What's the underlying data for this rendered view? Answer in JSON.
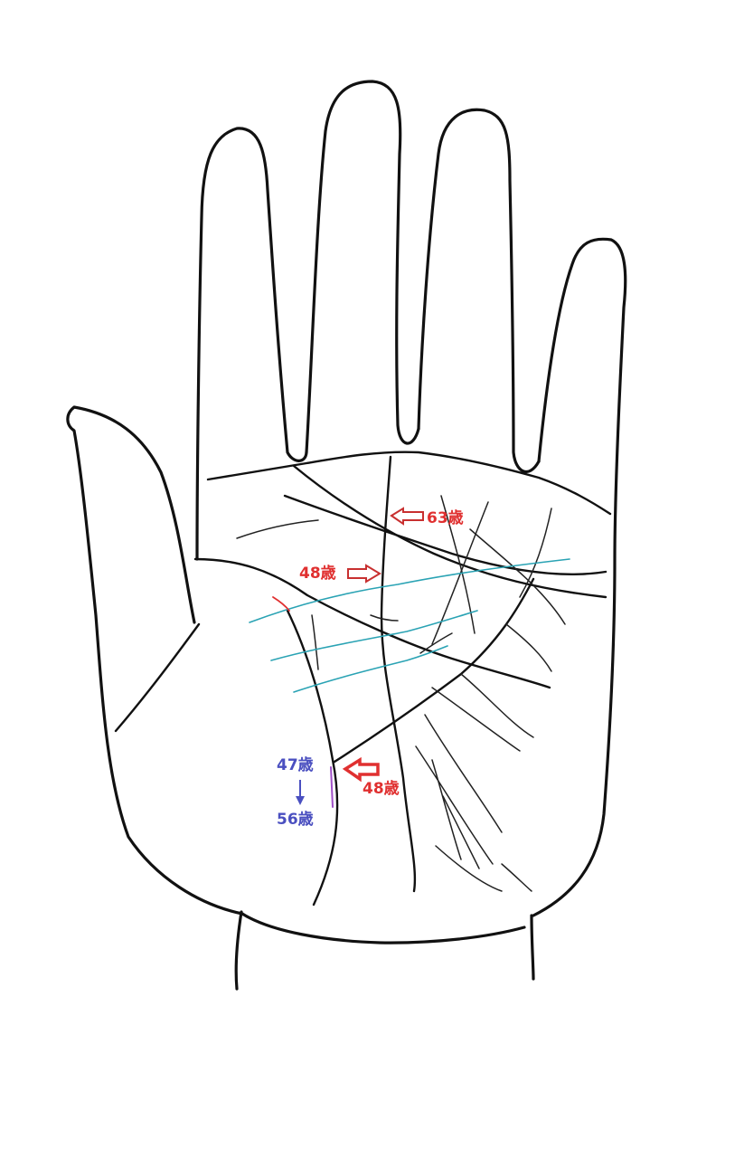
{
  "colors": {
    "outline": "#111111",
    "red_annotation": "#e03030",
    "blue_annotation": "#4a4fc0",
    "cyan_lines": "#2aa3b4",
    "purple_mark": "#a050c8"
  },
  "annotations": {
    "upper_right": "63歳",
    "upper_left": "48歳",
    "lower_right": "48歳",
    "lower_left_start": "47歳",
    "lower_left_end": "56歳"
  }
}
